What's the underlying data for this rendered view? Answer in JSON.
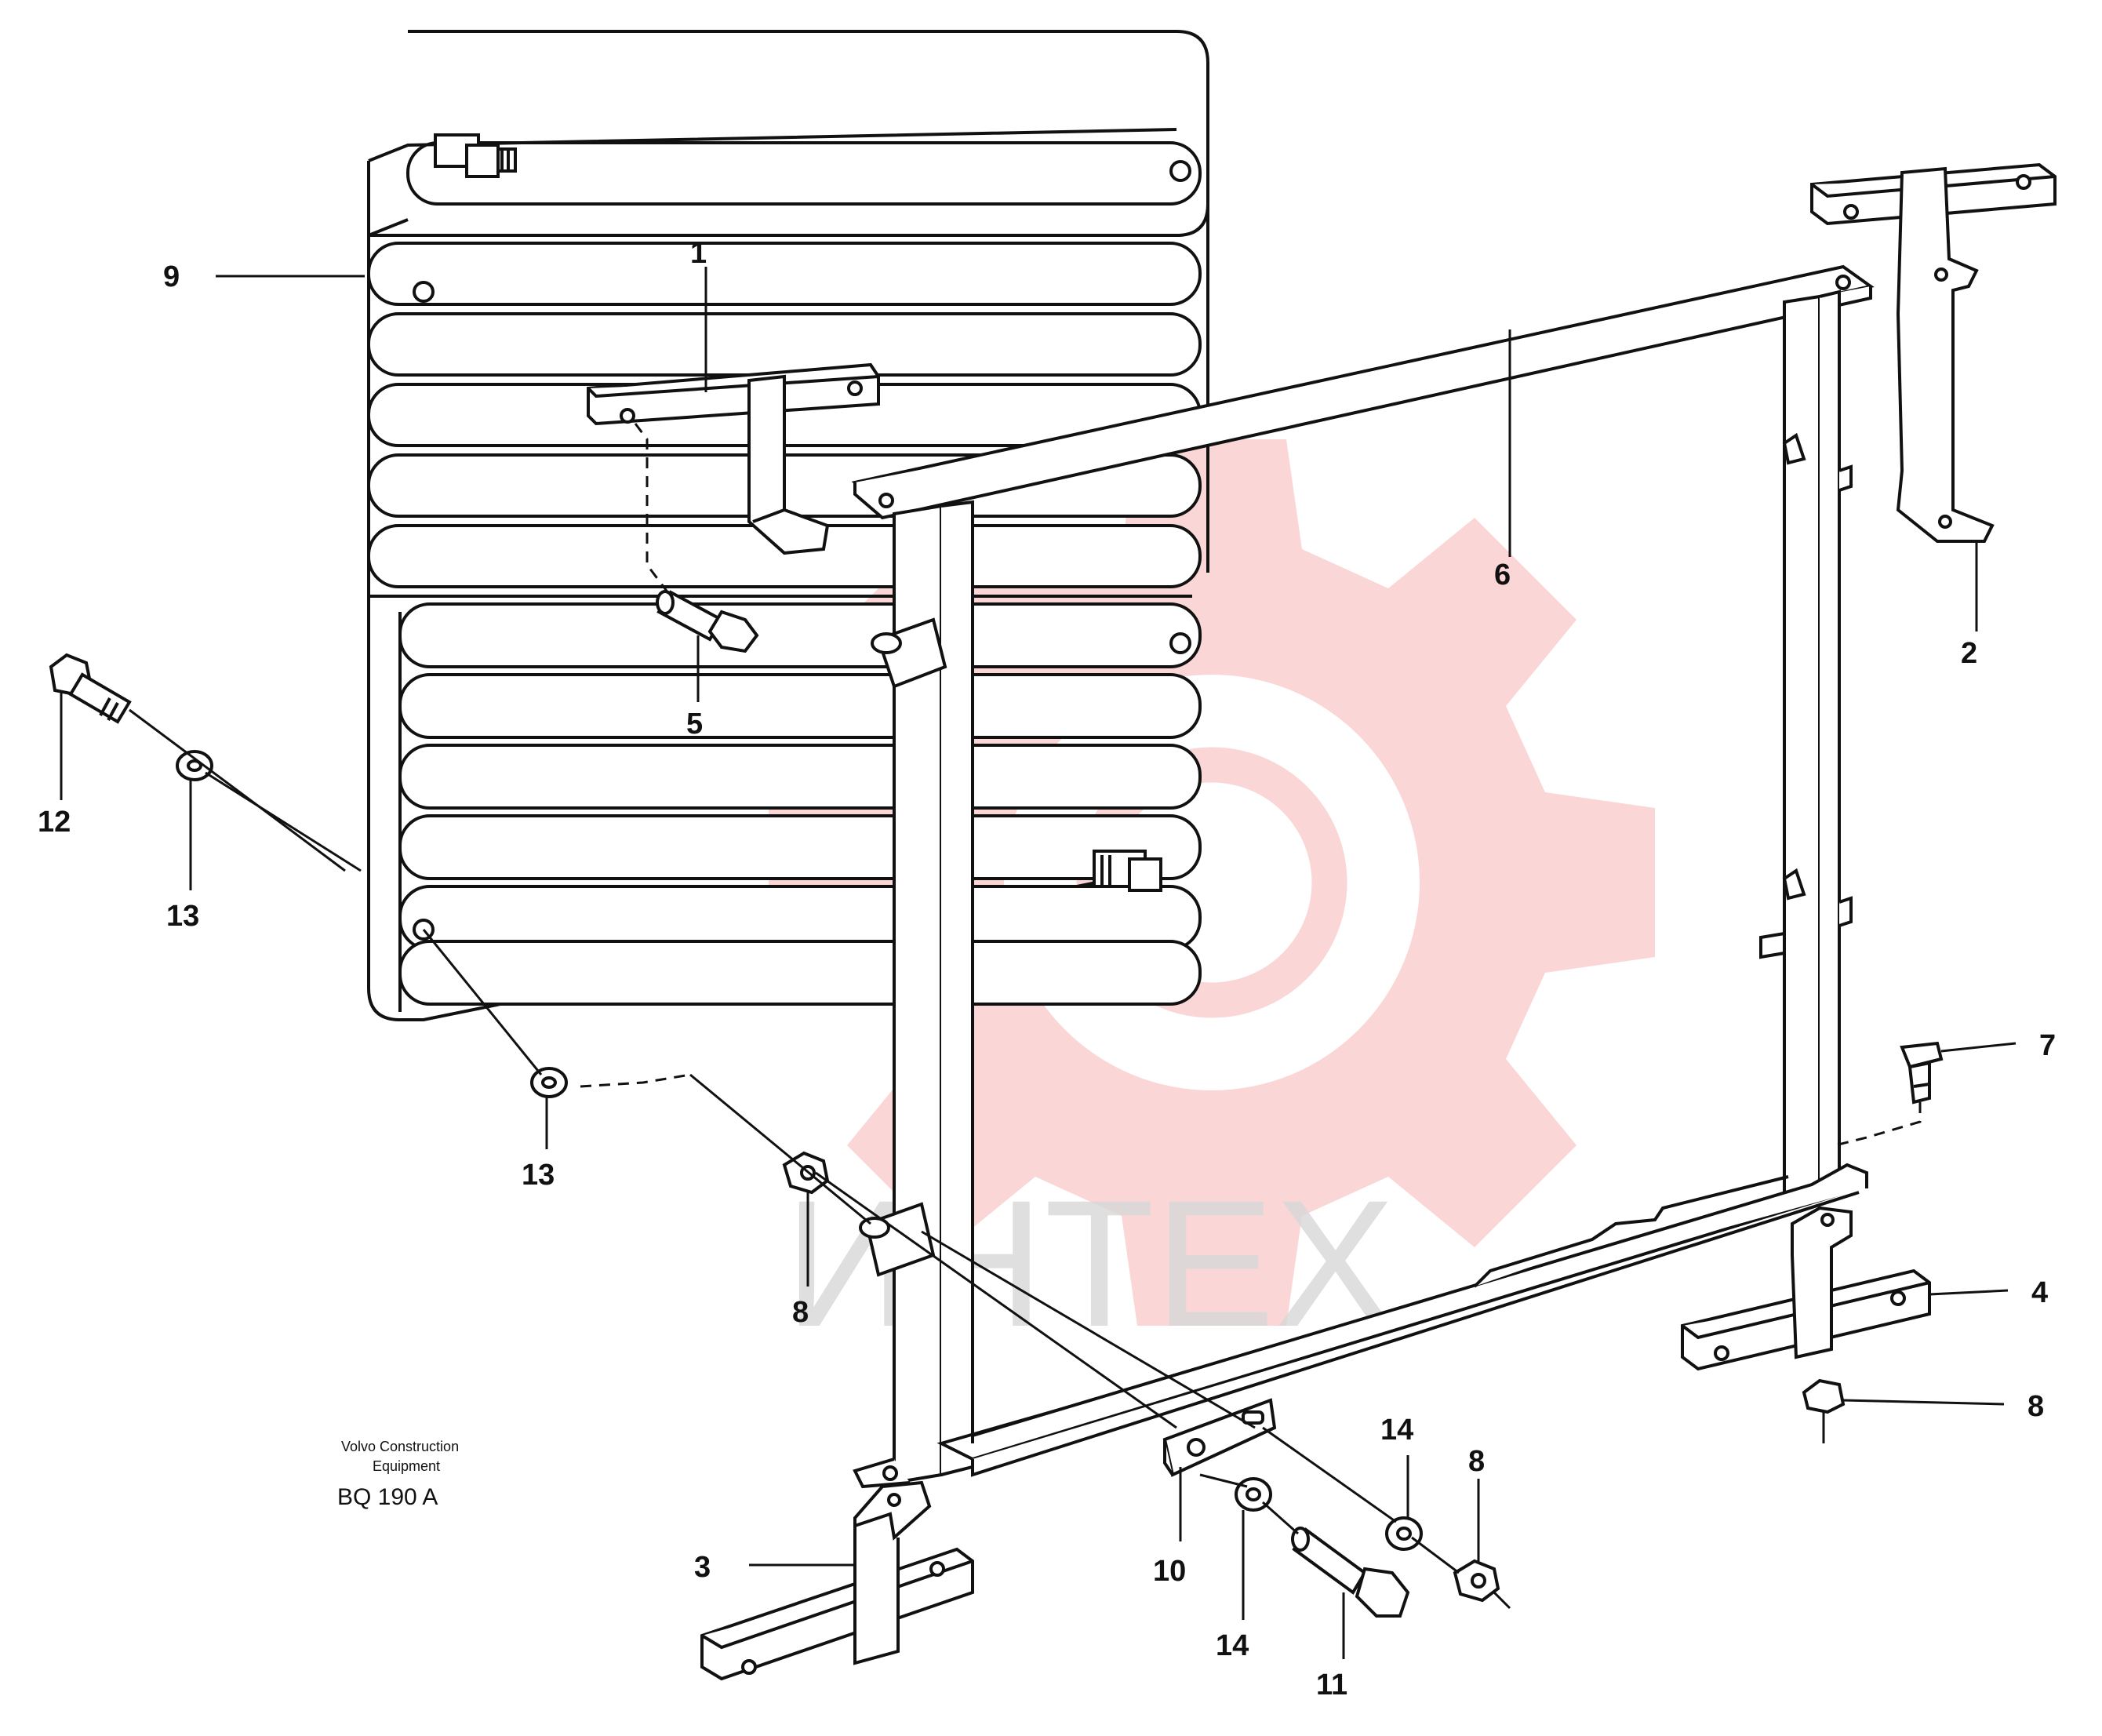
{
  "callouts": {
    "c1": "1",
    "c2": "2",
    "c3": "3",
    "c4": "4",
    "c5": "5",
    "c6": "6",
    "c7": "7",
    "c8a": "8",
    "c8b": "8",
    "c8c": "8",
    "c9": "9",
    "c10": "10",
    "c11": "11",
    "c12": "12",
    "c13a": "13",
    "c13b": "13",
    "c14a": "14",
    "c14b": "14"
  },
  "caption": {
    "maker_line1": "Volvo Construction",
    "maker_line2": "Equipment",
    "code": "BQ 190 A"
  },
  "watermark": {
    "text": "ИНТЕХ",
    "color": "#f3a3a3"
  },
  "colors": {
    "line": "#111111",
    "background": "#ffffff"
  }
}
